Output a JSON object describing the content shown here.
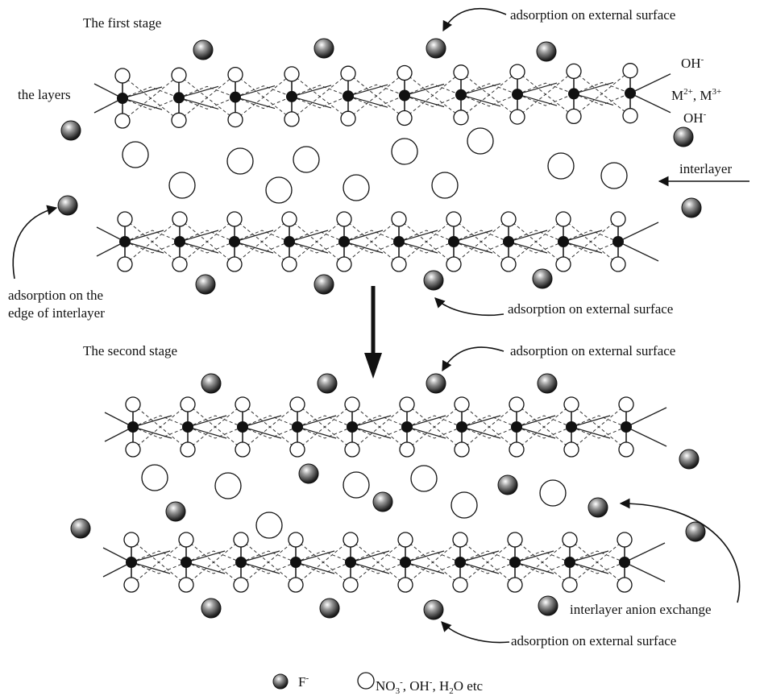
{
  "stage1": {
    "title": "The first stage",
    "ext_top": "adsorption on external surface",
    "layers": "the layers",
    "oh_top": "OH",
    "oh_sup": "-",
    "metal_a": "M",
    "metal_a_sup": "2+",
    "metal_sep": ", M",
    "metal_b_sup": "3+",
    "oh_bottom": "OH",
    "oh_bottom_sup": "-",
    "interlayer": "interlayer",
    "edge_line1": "adsorption on the",
    "edge_line2": "edge of interlayer",
    "ext_bottom": "adsorption on external surface"
  },
  "stage2": {
    "title": "The second stage",
    "ext_top": "adsorption on external surface",
    "exchange": "interlayer anion exchange",
    "ext_bottom": "adsorption on external surface"
  },
  "legend": {
    "fluoride": "F",
    "fluoride_sup": "-",
    "other_no": "NO",
    "other_sub3": "3",
    "other_sup_minus": "-",
    "other_mid": ", OH",
    "other_sup_minus2": "-",
    "other_h": ", H",
    "other_sub2": "2",
    "other_end": "O etc"
  }
}
